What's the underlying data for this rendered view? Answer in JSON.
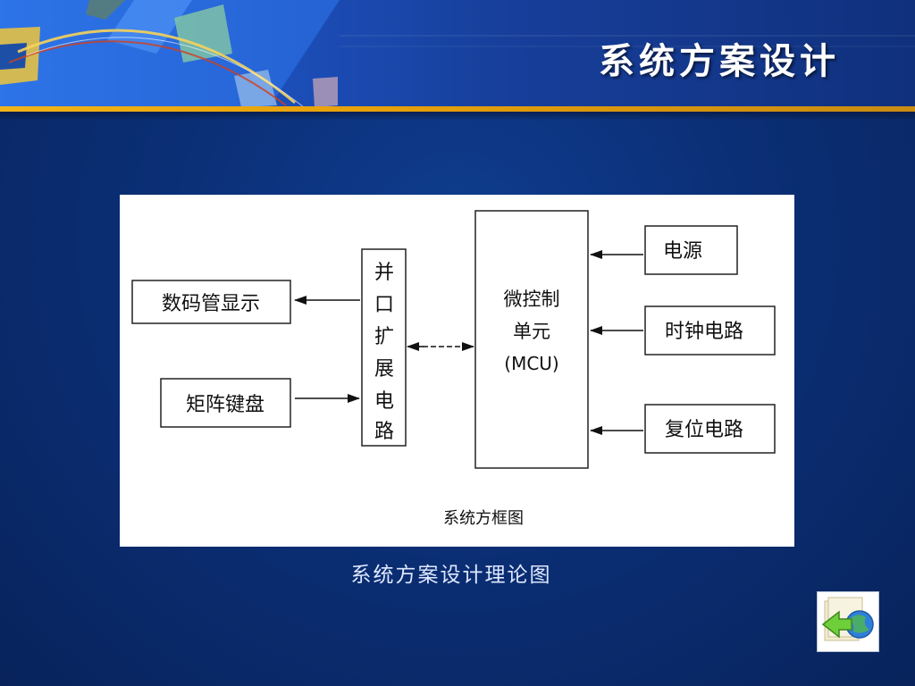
{
  "slide": {
    "title": "系统方案设计",
    "caption": "系统方案设计理论图"
  },
  "diagram": {
    "caption": "系统方框图",
    "blocks": {
      "display": "数码管显示",
      "keyboard": "矩阵键盘",
      "parallel_expansion": [
        "并",
        "口",
        "扩",
        "展",
        "电",
        "路"
      ],
      "mcu_line1": "微控制",
      "mcu_line2": "单元",
      "mcu_line3": "(MCU)",
      "power": "电源",
      "clock": "时钟电路",
      "reset": "复位电路"
    }
  },
  "navigation": {
    "back_icon": "back-arrow-globe-icon"
  },
  "colors": {
    "background": "#0b2f76",
    "banner_accent": "#e8a10a",
    "title_text": "#ffffff"
  }
}
